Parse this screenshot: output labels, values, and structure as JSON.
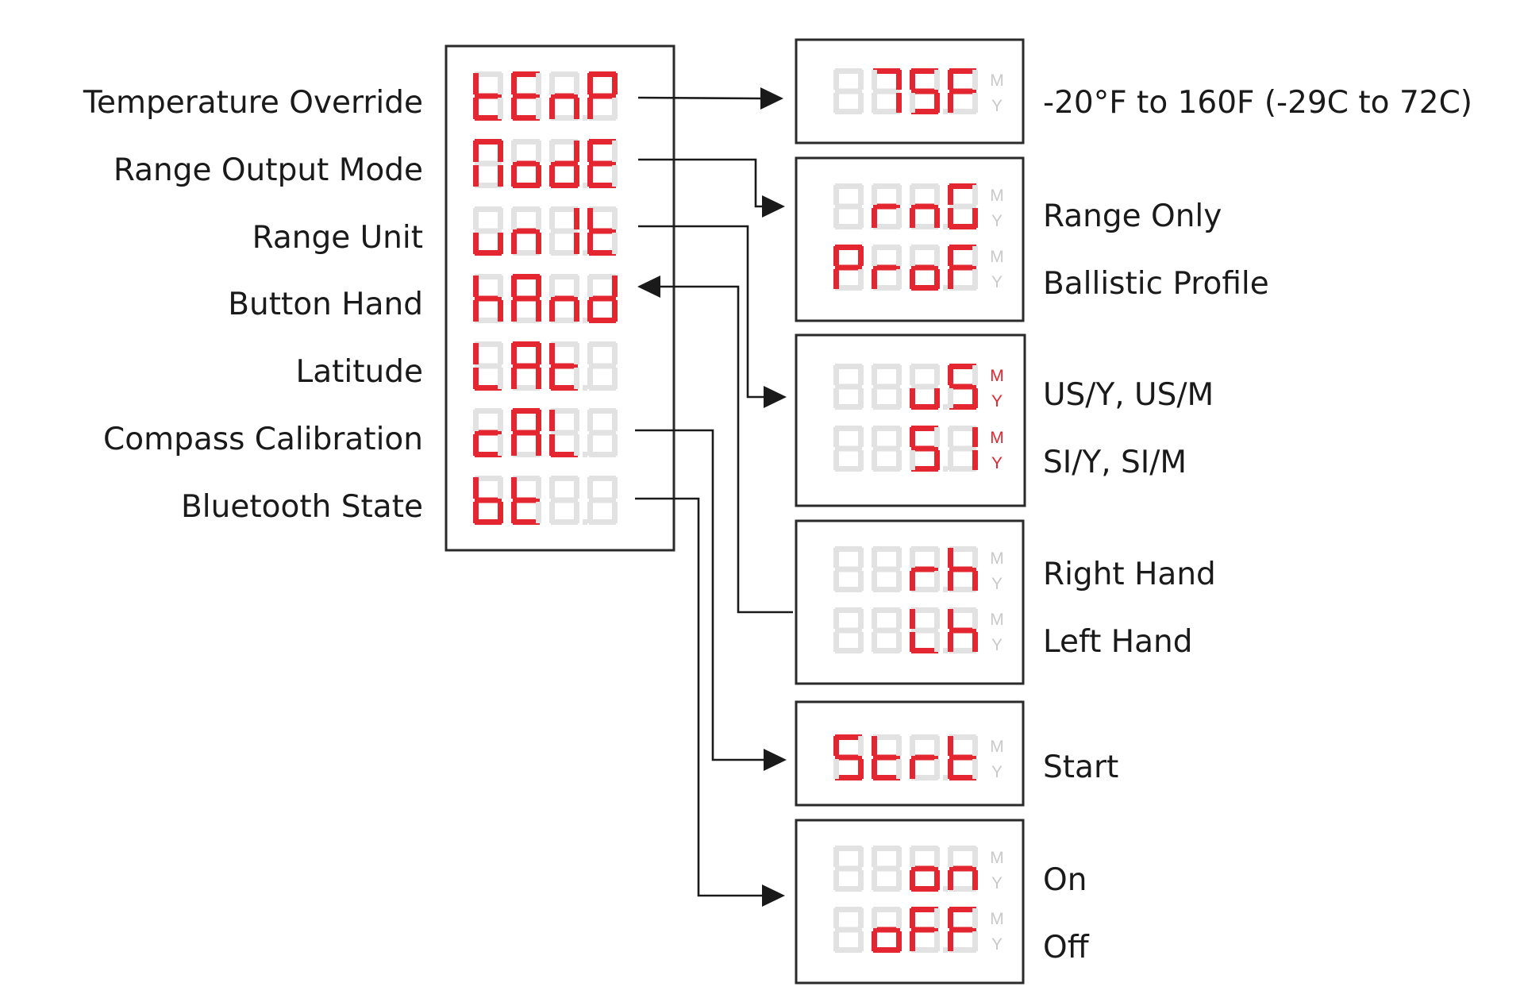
{
  "colors": {
    "led_on": "#e3262f",
    "led_off": "#e2e2e2",
    "unit_off": "#c9c9c9",
    "line": "#1a1a1a"
  },
  "menu": [
    {
      "key": "temp",
      "label": "Temperature Override",
      "display": "tEnP"
    },
    {
      "key": "mode",
      "label": "Range Output Mode",
      "display": "ModE"
    },
    {
      "key": "unit",
      "label": "Range Unit",
      "display": "unIt"
    },
    {
      "key": "hand",
      "label": "Button Hand",
      "display": "hAnd"
    },
    {
      "key": "lat",
      "label": "Latitude",
      "display": "LAt"
    },
    {
      "key": "cal",
      "label": "Compass Calibration",
      "display": "cAL"
    },
    {
      "key": "bt",
      "label": "Bluetooth State",
      "display": "bt"
    }
  ],
  "options": [
    {
      "key": "temp",
      "rows": [
        {
          "display": "75F",
          "label": "-20°F to 160F (-29C to 72C)",
          "unit_m": "M",
          "unit_y": "Y",
          "unit_lit": false
        }
      ]
    },
    {
      "key": "mode",
      "rows": [
        {
          "display": "rnG",
          "label": "Range Only",
          "unit_m": "M",
          "unit_y": "Y",
          "unit_lit": false
        },
        {
          "display": "ProF",
          "label": "Ballistic Profile",
          "unit_m": "M",
          "unit_y": "Y",
          "unit_lit": false
        }
      ]
    },
    {
      "key": "unit",
      "rows": [
        {
          "display": "uS",
          "label": "US/Y, US/M",
          "unit_m": "M",
          "unit_y": "Y",
          "unit_lit": true
        },
        {
          "display": "SI",
          "label": "SI/Y, SI/M",
          "unit_m": "M",
          "unit_y": "Y",
          "unit_lit": true
        }
      ]
    },
    {
      "key": "hand",
      "rows": [
        {
          "display": "rh",
          "label": "Right Hand",
          "unit_m": "M",
          "unit_y": "Y",
          "unit_lit": false
        },
        {
          "display": "Lh",
          "label": "Left Hand",
          "unit_m": "M",
          "unit_y": "Y",
          "unit_lit": false
        }
      ]
    },
    {
      "key": "cal",
      "rows": [
        {
          "display": "Strt",
          "label": "Start",
          "unit_m": "M",
          "unit_y": "Y",
          "unit_lit": false
        }
      ]
    },
    {
      "key": "bt",
      "rows": [
        {
          "display": "on",
          "label": "On",
          "unit_m": "M",
          "unit_y": "Y",
          "unit_lit": false
        },
        {
          "display": "oFF",
          "label": "Off",
          "unit_m": "M",
          "unit_y": "Y",
          "unit_lit": false
        }
      ]
    }
  ]
}
